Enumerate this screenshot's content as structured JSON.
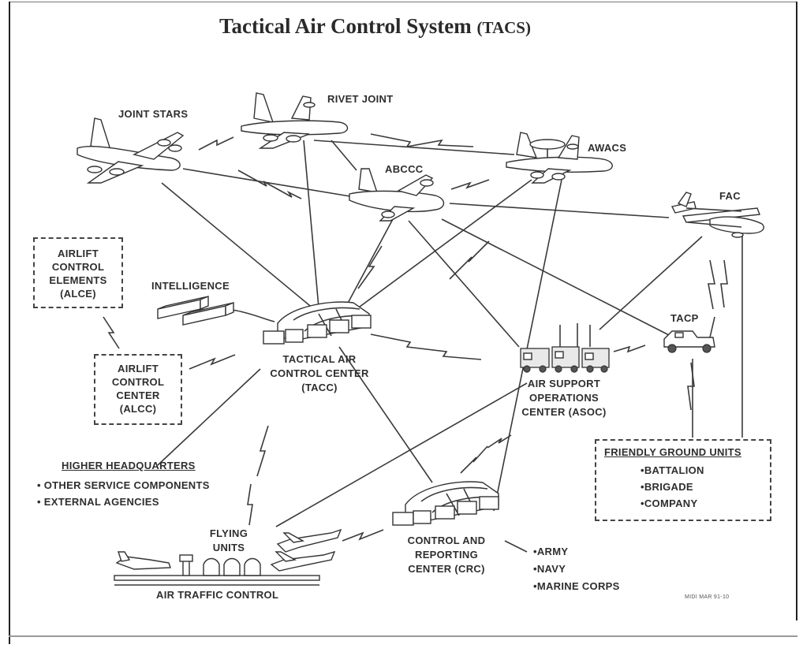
{
  "diagram": {
    "title_main": "Tactical Air Control System",
    "title_abbr": "(TACS)",
    "nodes": {
      "joint_stars": "JOINT STARS",
      "rivet_joint": "RIVET JOINT",
      "awacs": "AWACS",
      "abccc": "ABCCC",
      "fac": "FAC",
      "intelligence": "INTELLIGENCE",
      "tacp": "TACP",
      "alce": [
        "AIRLIFT",
        "CONTROL",
        "ELEMENTS",
        "(ALCE)"
      ],
      "alcc": [
        "AIRLIFT",
        "CONTROL",
        "CENTER",
        "(ALCC)"
      ],
      "tacc": [
        "TACTICAL AIR",
        "CONTROL CENTER",
        "(TACC)"
      ],
      "asoc": [
        "AIR SUPPORT",
        "OPERATIONS",
        "CENTER (ASOC)"
      ],
      "crc": [
        "CONTROL AND",
        "REPORTING",
        "CENTER (CRC)"
      ],
      "flying_units": [
        "FLYING",
        "UNITS"
      ],
      "air_traffic_control": "AIR TRAFFIC CONTROL"
    },
    "higher_hq": {
      "heading": "HIGHER HEADQUARTERS",
      "items": [
        "• OTHER SERVICE COMPONENTS",
        "• EXTERNAL AGENCIES"
      ]
    },
    "friendly_ground_units": {
      "heading": "FRIENDLY GROUND UNITS",
      "items": [
        "•BATTALION",
        "•BRIGADE",
        "•COMPANY"
      ]
    },
    "services": [
      "•ARMY",
      "•NAVY",
      "•MARINE CORPS"
    ],
    "footnote": "MIDI MAR 91-10"
  }
}
